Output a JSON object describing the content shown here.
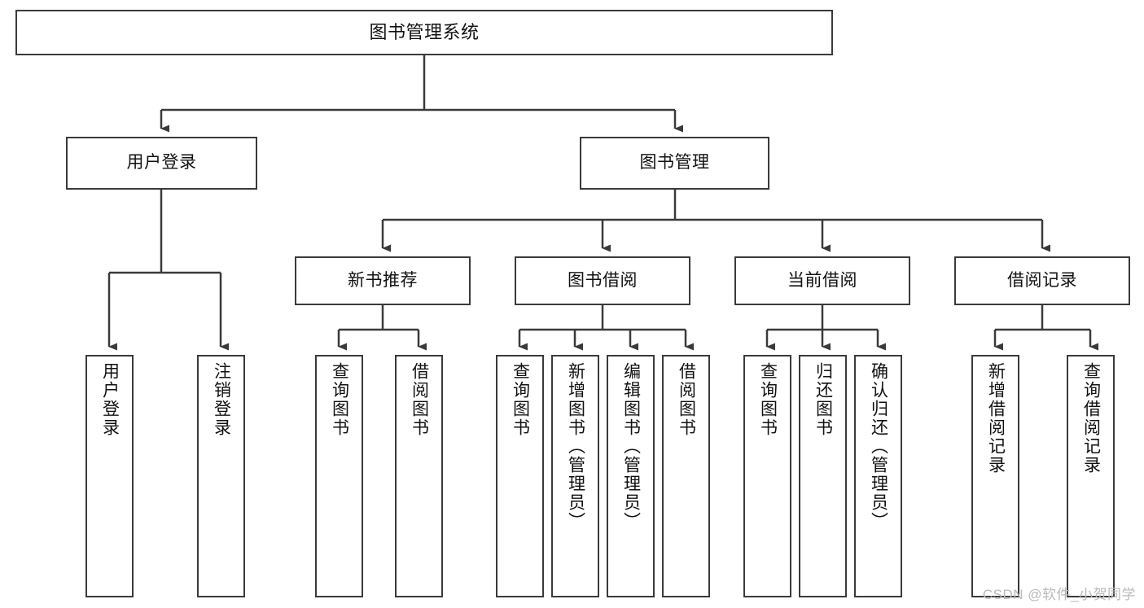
{
  "diagram": {
    "title": "图书管理系统",
    "type": "tree-hierarchy",
    "stroke_color": "#3a3a3a",
    "fill_color": "#ffffff",
    "text_color": "#111111",
    "watermark": "CSDN @软件_小贺同学"
  },
  "nodes": {
    "root": {
      "label": "图书管理系统"
    },
    "level2": [
      {
        "label": "用户登录"
      },
      {
        "label": "图书管理"
      }
    ],
    "level3": [
      {
        "label": "新书推荐"
      },
      {
        "label": "图书借阅"
      },
      {
        "label": "当前借阅"
      },
      {
        "label": "借阅记录"
      }
    ],
    "leaves": {
      "user_login": [
        {
          "label": "用户登录"
        },
        {
          "label": "注销登录"
        }
      ],
      "new_book_recommend": [
        {
          "label": "查询图书"
        },
        {
          "label": "借阅图书"
        }
      ],
      "book_borrow": [
        {
          "label": "查询图书"
        },
        {
          "label": "新增图书（管理员）"
        },
        {
          "label": "编辑图书（管理员）"
        },
        {
          "label": "借阅图书"
        }
      ],
      "current_borrow": [
        {
          "label": "查询图书"
        },
        {
          "label": "归还图书"
        },
        {
          "label": "确认归还（管理员）"
        }
      ],
      "borrow_record": [
        {
          "label": "新增借阅记录"
        },
        {
          "label": "查询借阅记录"
        }
      ]
    }
  }
}
